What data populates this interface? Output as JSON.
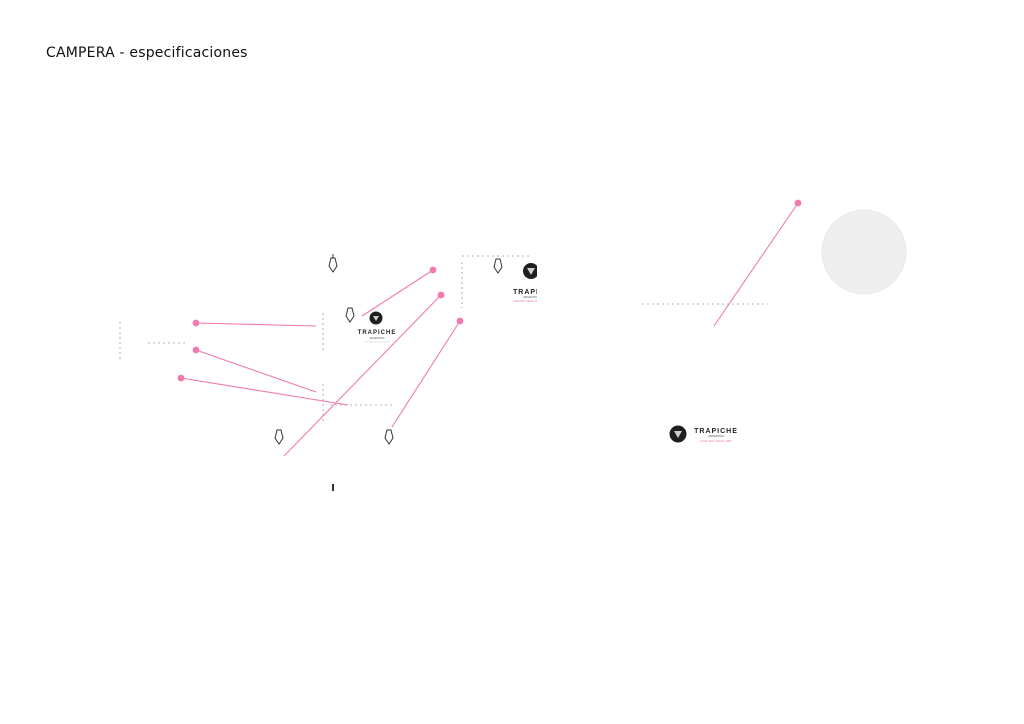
{
  "document": {
    "title": "CAMPERA - especificaciones"
  },
  "colors": {
    "callout": "#f07ab0",
    "outline": "#666666",
    "logo_dark": "#1f1f1f",
    "swatch": "#eeeeee"
  },
  "logos": {
    "brand": "TRAPICHE",
    "sub": "ARGENTINA",
    "tagline": "CRAFTED SINCE 1883"
  },
  "icons": [
    "zipper-pull-icon",
    "trapiche-emblem-icon",
    "fabric-swatch-icon"
  ]
}
